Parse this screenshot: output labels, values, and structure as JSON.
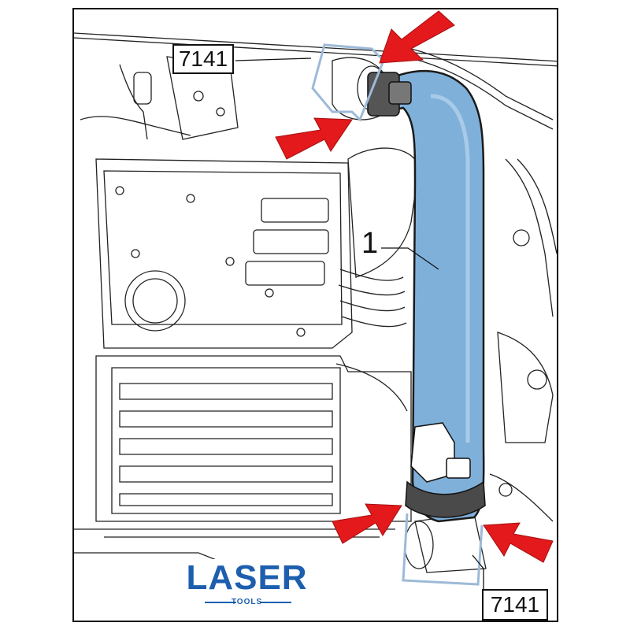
{
  "callouts": {
    "tool_top": "7141",
    "tool_bottom": "7141",
    "part_number": "1"
  },
  "logo": {
    "word": "LASER",
    "subtitle": "TOOLS"
  },
  "colors": {
    "hose_fill": "#7fb0da",
    "hose_stroke": "#1a1a1a",
    "arrow_red": "#e3191b",
    "tool_clip": "#9dbad8",
    "logo_blue": "#1d5fae",
    "line": "#222222"
  }
}
